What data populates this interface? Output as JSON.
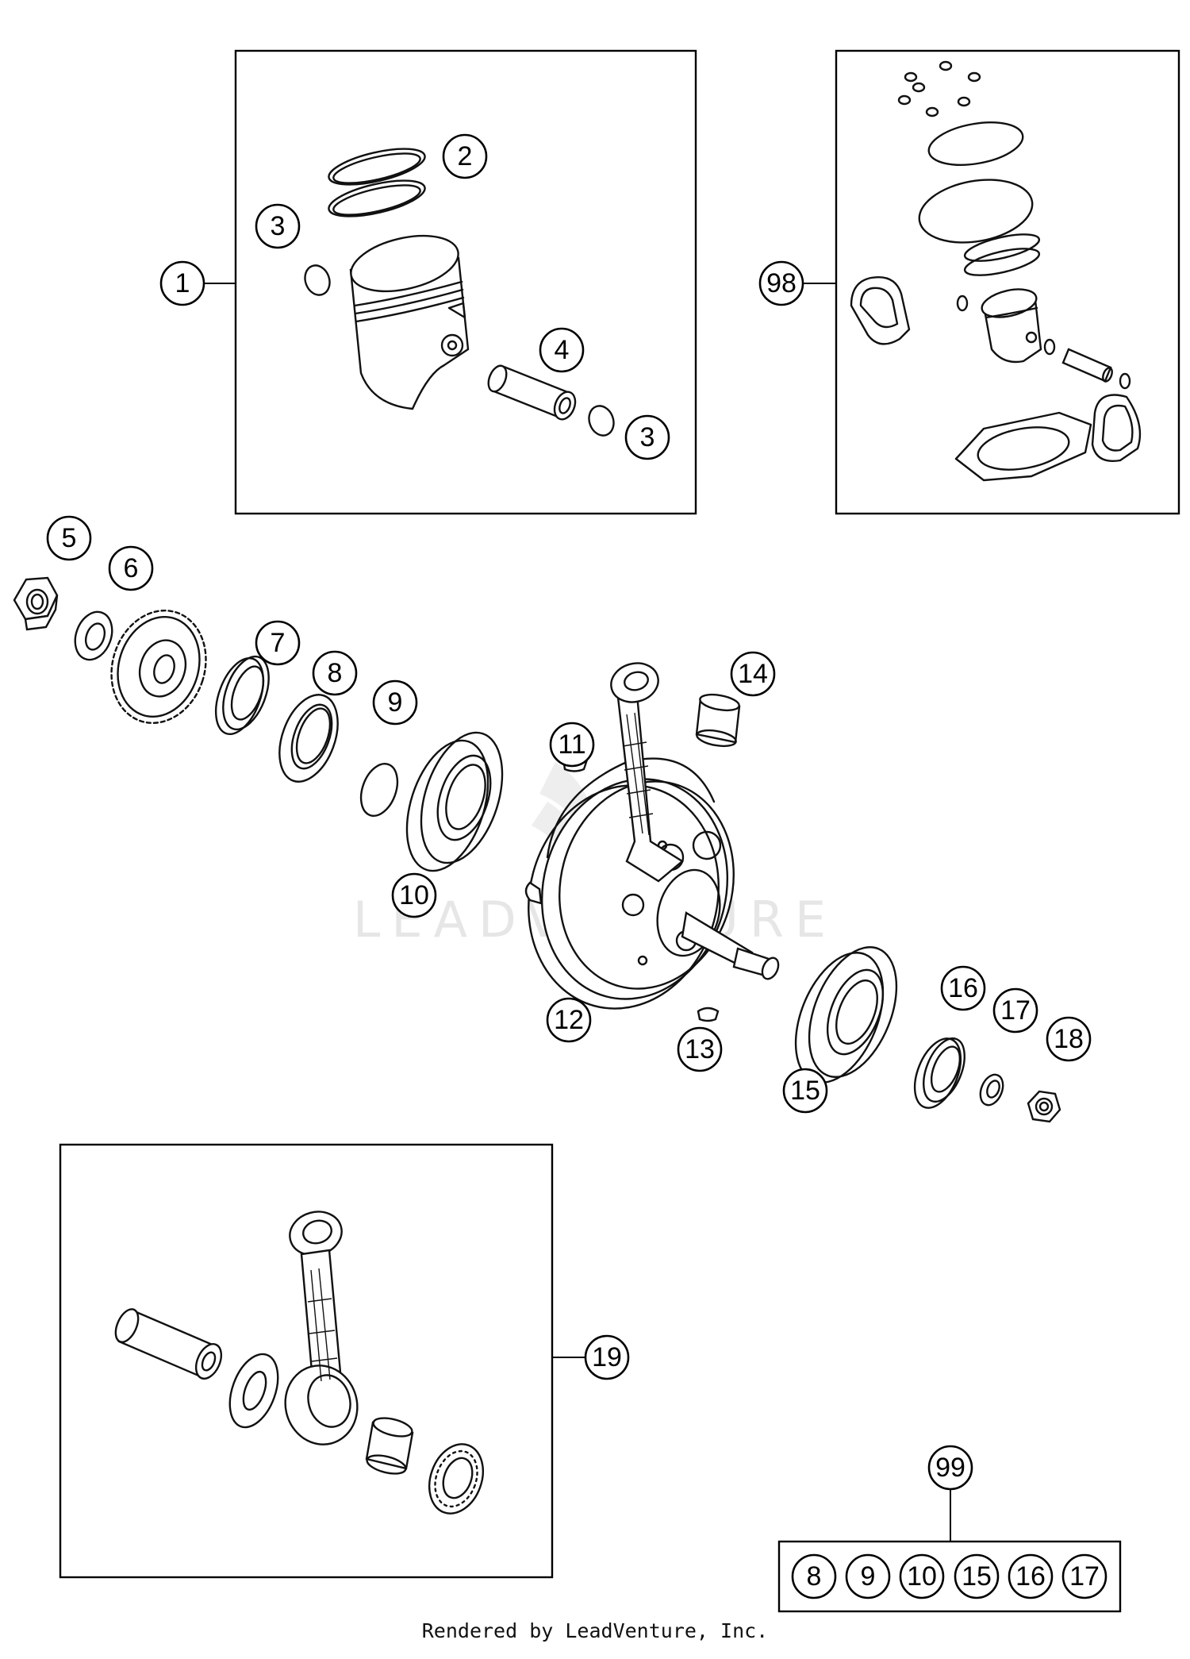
{
  "watermark": "LEADVENTURE",
  "footer": "Rendered by LeadVenture, Inc.",
  "callouts": {
    "c1": "1",
    "c2": "2",
    "c3a": "3",
    "c3b": "3",
    "c4": "4",
    "c5": "5",
    "c6": "6",
    "c7": "7",
    "c8": "8",
    "c9": "9",
    "c10": "10",
    "c11": "11",
    "c12": "12",
    "c13": "13",
    "c14": "14",
    "c15": "15",
    "c16": "16",
    "c17": "17",
    "c18": "18",
    "c19": "19",
    "c98": "98",
    "c99": "99"
  },
  "kit_99_items": [
    "8",
    "9",
    "10",
    "15",
    "16",
    "17"
  ]
}
